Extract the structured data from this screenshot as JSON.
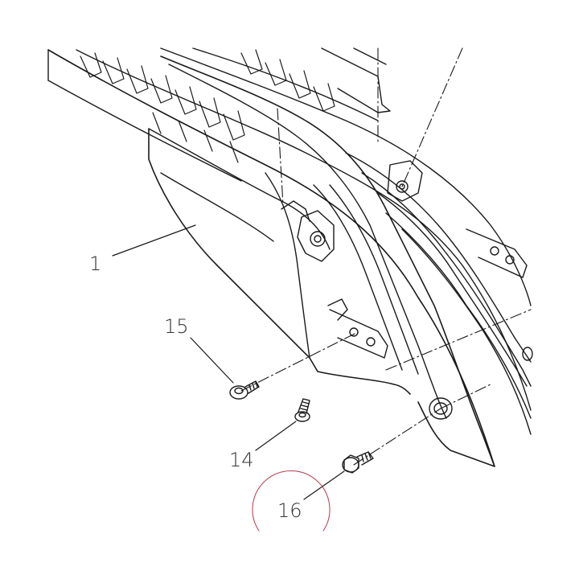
{
  "callouts": [
    {
      "number": "1",
      "part": "panel"
    },
    {
      "number": "15",
      "part": "screw"
    },
    {
      "number": "14",
      "part": "screw"
    },
    {
      "number": "16",
      "part": "flange-screw"
    }
  ],
  "colors": {
    "line": "#1a1a1a",
    "text": "#333333",
    "highlight_circle": "#b03a4a",
    "background": "#ffffff"
  }
}
